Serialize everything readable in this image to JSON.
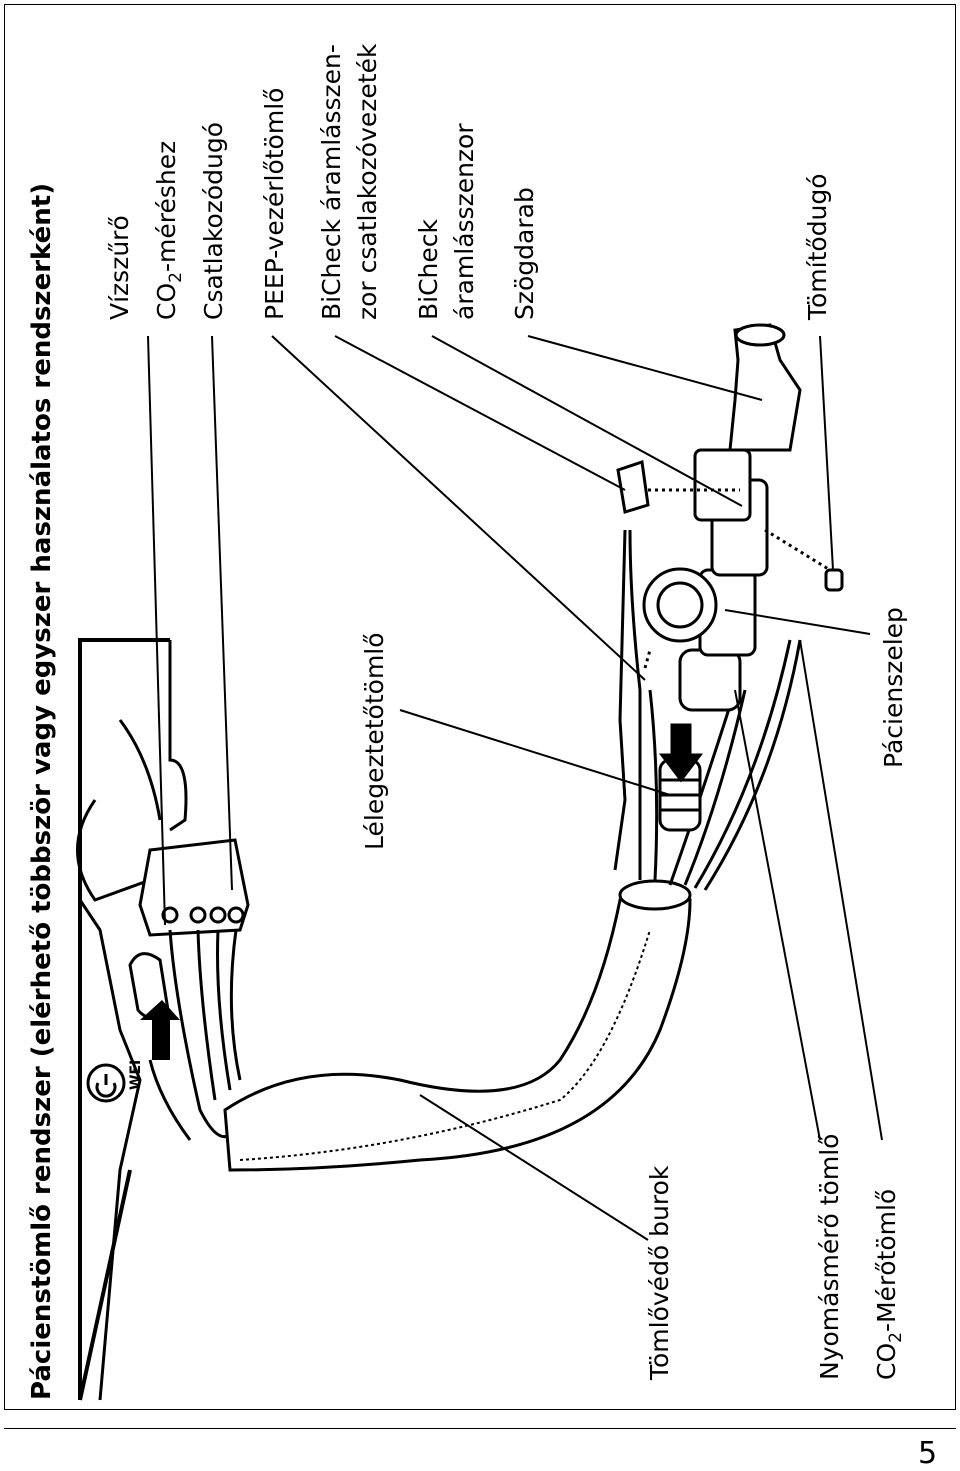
{
  "title": "Pácienstömlő rendszer (elérhető többször vagy egyszer használatos rendszerként)",
  "labels": {
    "vizszuro": "Vízszűrő",
    "co2_prefix": "CO",
    "co2_sub": "2",
    "co2_suffix": "-méréshez",
    "csatlakozodugo": "Csatlakozódugó",
    "peep": "PEEP-vezérlőtömlő",
    "bicheck_vezetek_line1": "BiCheck áramlásszen-",
    "bicheck_vezetek_line2": "zor csatlakozóvezeték",
    "bicheck_szenzor_line1": "BiCheck",
    "bicheck_szenzor_line2": "áramlásszenzor",
    "szogdarab": "Szögdarab",
    "tomitodugo": "Tömítődugó",
    "lelegeztetotomlo": "Lélegeztetőtömlő",
    "paciensszelep": "Pácienszelep",
    "tomlovedo_burok": "Tömlővédő burok",
    "nyomasmero_tomlo": "Nyomásmérő tömlő",
    "co2_merotomlo_prefix": "CO",
    "co2_merotomlo_sub": "2",
    "co2_merotomlo_suffix": "-Mérőtömlő"
  },
  "device_logo": "WEI",
  "page_number": "5",
  "icons": [
    "power-icon",
    "arrow-icon"
  ]
}
